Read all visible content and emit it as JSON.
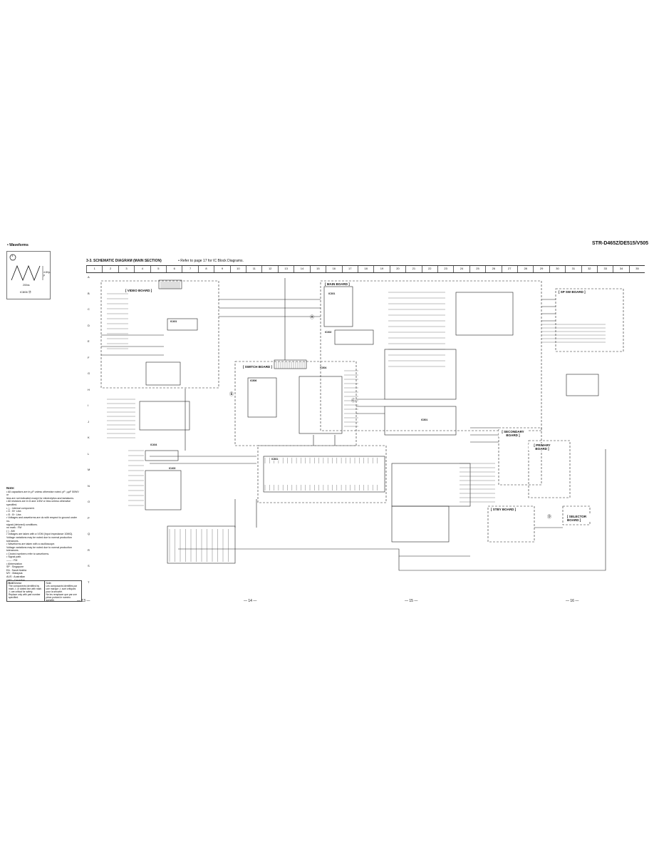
{
  "header": {
    "model": "STR-D465Z/DE515/V505",
    "section_title": "3-3.  SCHEMATIC DIAGRAM (MAIN SECTION)",
    "reference_note": "• Refer to page 17 for IC Block Diagrams."
  },
  "grid": {
    "columns": [
      "1",
      "2",
      "3",
      "4",
      "5",
      "6",
      "7",
      "8",
      "9",
      "10",
      "11",
      "12",
      "13",
      "14",
      "15",
      "16",
      "17",
      "18",
      "19",
      "20",
      "21",
      "22",
      "23",
      "24",
      "25",
      "26",
      "27",
      "28",
      "29",
      "30",
      "31",
      "32",
      "33",
      "34",
      "35"
    ],
    "rows": [
      "A",
      "B",
      "C",
      "D",
      "E",
      "F",
      "G",
      "H",
      "I",
      "J",
      "K",
      "L",
      "M",
      "N",
      "O",
      "P",
      "Q",
      "R",
      "S",
      "T"
    ]
  },
  "boards": {
    "video": "[ VIDEO BOARD ]",
    "switch": "[ SWITCH BOARD ]",
    "main": "[ MAIN BOARD ]",
    "spsw": "[ SP SW BOARD ]",
    "secondary": "[ SECONDARY BOARD ]",
    "primary": "[ PRIMARY BOARD ]",
    "stby": "[ STBY BOARD ]",
    "selector": "[ SELECTOR BOARD ]"
  },
  "waveforms": {
    "title": "• Waveforms",
    "marker": "1",
    "amplitude": "4.8Vp-p",
    "period": "200ns",
    "ref": "IC806 ⑭"
  },
  "notes": {
    "heading": "Note:",
    "lines": [
      "• All capacitors are in μF unless otherwise noted. pF: μμF 50WV or",
      "  less are not indicated except for electrolytics and tantalums.",
      "• All resistors are in Ω and 1/4W or less unless otherwise specified.",
      "• △ : internal component.",
      "• ⊡ : B+ Line.",
      "• ⊟ : B− Line.",
      "• Voltages and waveforms are dc with respect to ground under no-",
      "  signal (detuned) conditions.",
      "  no mark : FM",
      "  ( ) : AM",
      "• Voltages are taken with a VOM (Input impedance 10MΩ).",
      "  Voltage variations may be noted due to normal production",
      "  tolerances.",
      "• Waveforms are taken with a oscilloscope.",
      "  Voltage variations may be noted due to normal production",
      "  tolerances.",
      "• Circled numbers refer to waveforms.",
      "• Signal path.",
      "  —— : FM",
      "• Abbreviation",
      "  SP : Singapore",
      "  EA : Saudi Arabia",
      "  MY : Malaysia",
      "  AUS : Australian",
      "  CND : Canadian",
      "  CH : Chinese"
    ],
    "box_left": "Note:\nThe components identified by mark ⚠ or dotted line with mark ⚠ are critical for safety.\nReplace only with part number specified.",
    "box_right": "Note:\nLes composants identifiés par une marque ⚠ sont critiques pour la sécurité.\nNe les remplacer que par une pièce portant le numéro spécifié."
  },
  "pages": [
    "— 13 —",
    "— 14 —",
    "— 15 —",
    "— 16 —"
  ],
  "components": {
    "ic_video": "IC401",
    "ic_switch_a": "IC806",
    "ic_switch_b": "IC804",
    "ic_main_a": "IC301",
    "ic_main_b": "IC302",
    "ic_low_a": "IC404",
    "ic_low_b": "IC403",
    "ic_mid": "IC801",
    "ic_main_c": "IC801",
    "marker_a": "Ⓐ",
    "marker_b": "Ⓑ",
    "marker_c": "Ⓒ",
    "marker_d": "Ⓓ"
  }
}
